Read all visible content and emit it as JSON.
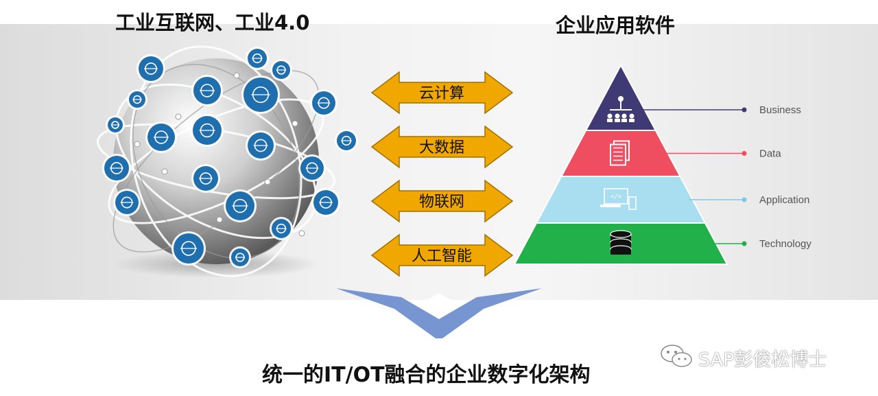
{
  "titles": {
    "left": "工业互联网、工业4.0",
    "right": "企业应用软件",
    "bottom": "统一的IT/OT融合的企业数字化架构"
  },
  "connectors": [
    "云计算",
    "大数据",
    "物联网",
    "人工智能"
  ],
  "pyramid": {
    "layers": [
      {
        "label": "Business",
        "color": "#3f3a73",
        "icon": "org-chart-icon"
      },
      {
        "label": "Data",
        "color": "#ef4e61",
        "icon": "documents-icon"
      },
      {
        "label": "Application",
        "color": "#a9def1",
        "icon": "devices-code-icon"
      },
      {
        "label": "Technology",
        "color": "#22b04a",
        "icon": "database-icon"
      }
    ]
  },
  "globe": {
    "icons": [
      "dna-icon",
      "chip-icon",
      "transfer-icon",
      "chat-icon",
      "brain-head-icon",
      "ai-icon",
      "circuit-icon",
      "sensor-icon",
      "thumbs-up-icon",
      "robot-icon",
      "network-node-icon",
      "graduation-icon",
      "signal-card-icon",
      "shuffle-icon",
      "switch-icon",
      "dots-grid-icon",
      "user-icon",
      "cube-hand-icon",
      "cloud-network-icon",
      "smile-icon",
      "award-icon"
    ]
  },
  "watermark": "SAP彭俊松博士",
  "colors": {
    "arrow_fill": "#f0a800",
    "arrow_stroke": "#a07000",
    "merge_arrow": "#6f8fcf"
  }
}
